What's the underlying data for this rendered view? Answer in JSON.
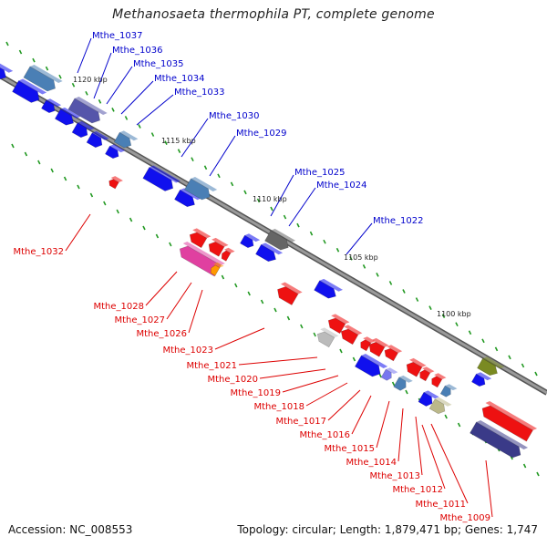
{
  "title": "Methanosaeta thermophila PT, complete genome",
  "footer": {
    "accession": "Accession: NC_008553",
    "info": "Topology: circular; Length: 1,879,471 bp; Genes: 1,747"
  },
  "colors": {
    "forward_label": "#0000cc",
    "reverse_label": "#dd0000",
    "backbone": "#888888",
    "tick": "#229922"
  },
  "scale_labels": [
    "1120 kbp",
    "1115 kbp",
    "1110 kbp",
    "1105 kbp",
    "1100 kbp"
  ],
  "forward_genes": [
    "Mthe_1037",
    "Mthe_1036",
    "Mthe_1035",
    "Mthe_1034",
    "Mthe_1033",
    "Mthe_1030",
    "Mthe_1029",
    "Mthe_1025",
    "Mthe_1024",
    "Mthe_1022"
  ],
  "reverse_genes": [
    "Mthe_1032",
    "Mthe_1028",
    "Mthe_1027",
    "Mthe_1026",
    "Mthe_1023",
    "Mthe_1021",
    "Mthe_1020",
    "Mthe_1019",
    "Mthe_1018",
    "Mthe_1017",
    "Mthe_1016",
    "Mthe_1015",
    "Mthe_1014",
    "Mthe_1013",
    "Mthe_1012",
    "Mthe_1011",
    "Mthe_1009"
  ]
}
